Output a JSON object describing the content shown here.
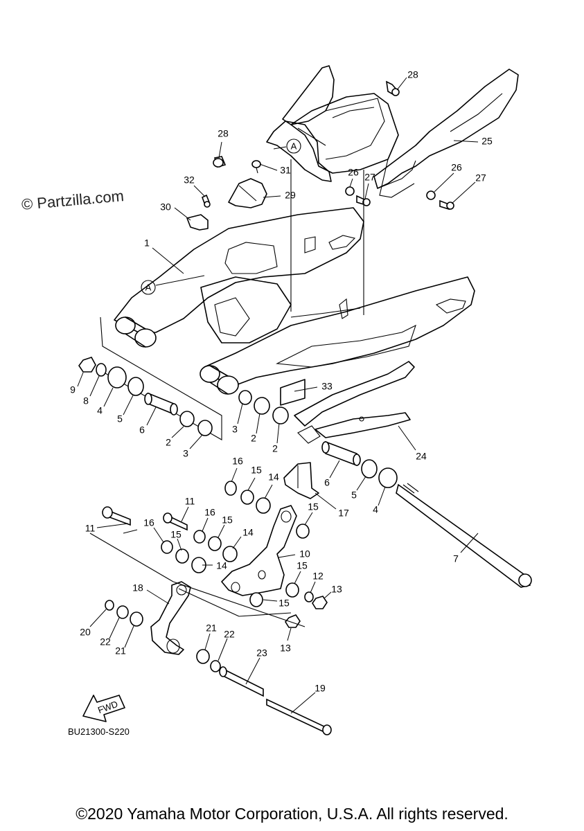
{
  "watermark": "© Partzilla.com",
  "diagram_code": "BU21300-S220",
  "copyright": "©2020 Yamaha Motor Corporation, U.S.A. All rights reserved.",
  "fwd_label": "FWD",
  "marker": "A",
  "callouts": [
    "28",
    "28",
    "25",
    "26",
    "27",
    "26",
    "27",
    "31",
    "29",
    "32",
    "30",
    "1",
    "33",
    "9",
    "8",
    "4",
    "5",
    "6",
    "2",
    "3",
    "3",
    "2",
    "2",
    "24",
    "16",
    "15",
    "14",
    "17",
    "6",
    "5",
    "4",
    "11",
    "11",
    "16",
    "15",
    "15",
    "16",
    "14",
    "14",
    "15",
    "10",
    "15",
    "12",
    "13",
    "15",
    "13",
    "7",
    "18",
    "20",
    "22",
    "21",
    "21",
    "22",
    "23",
    "19"
  ]
}
